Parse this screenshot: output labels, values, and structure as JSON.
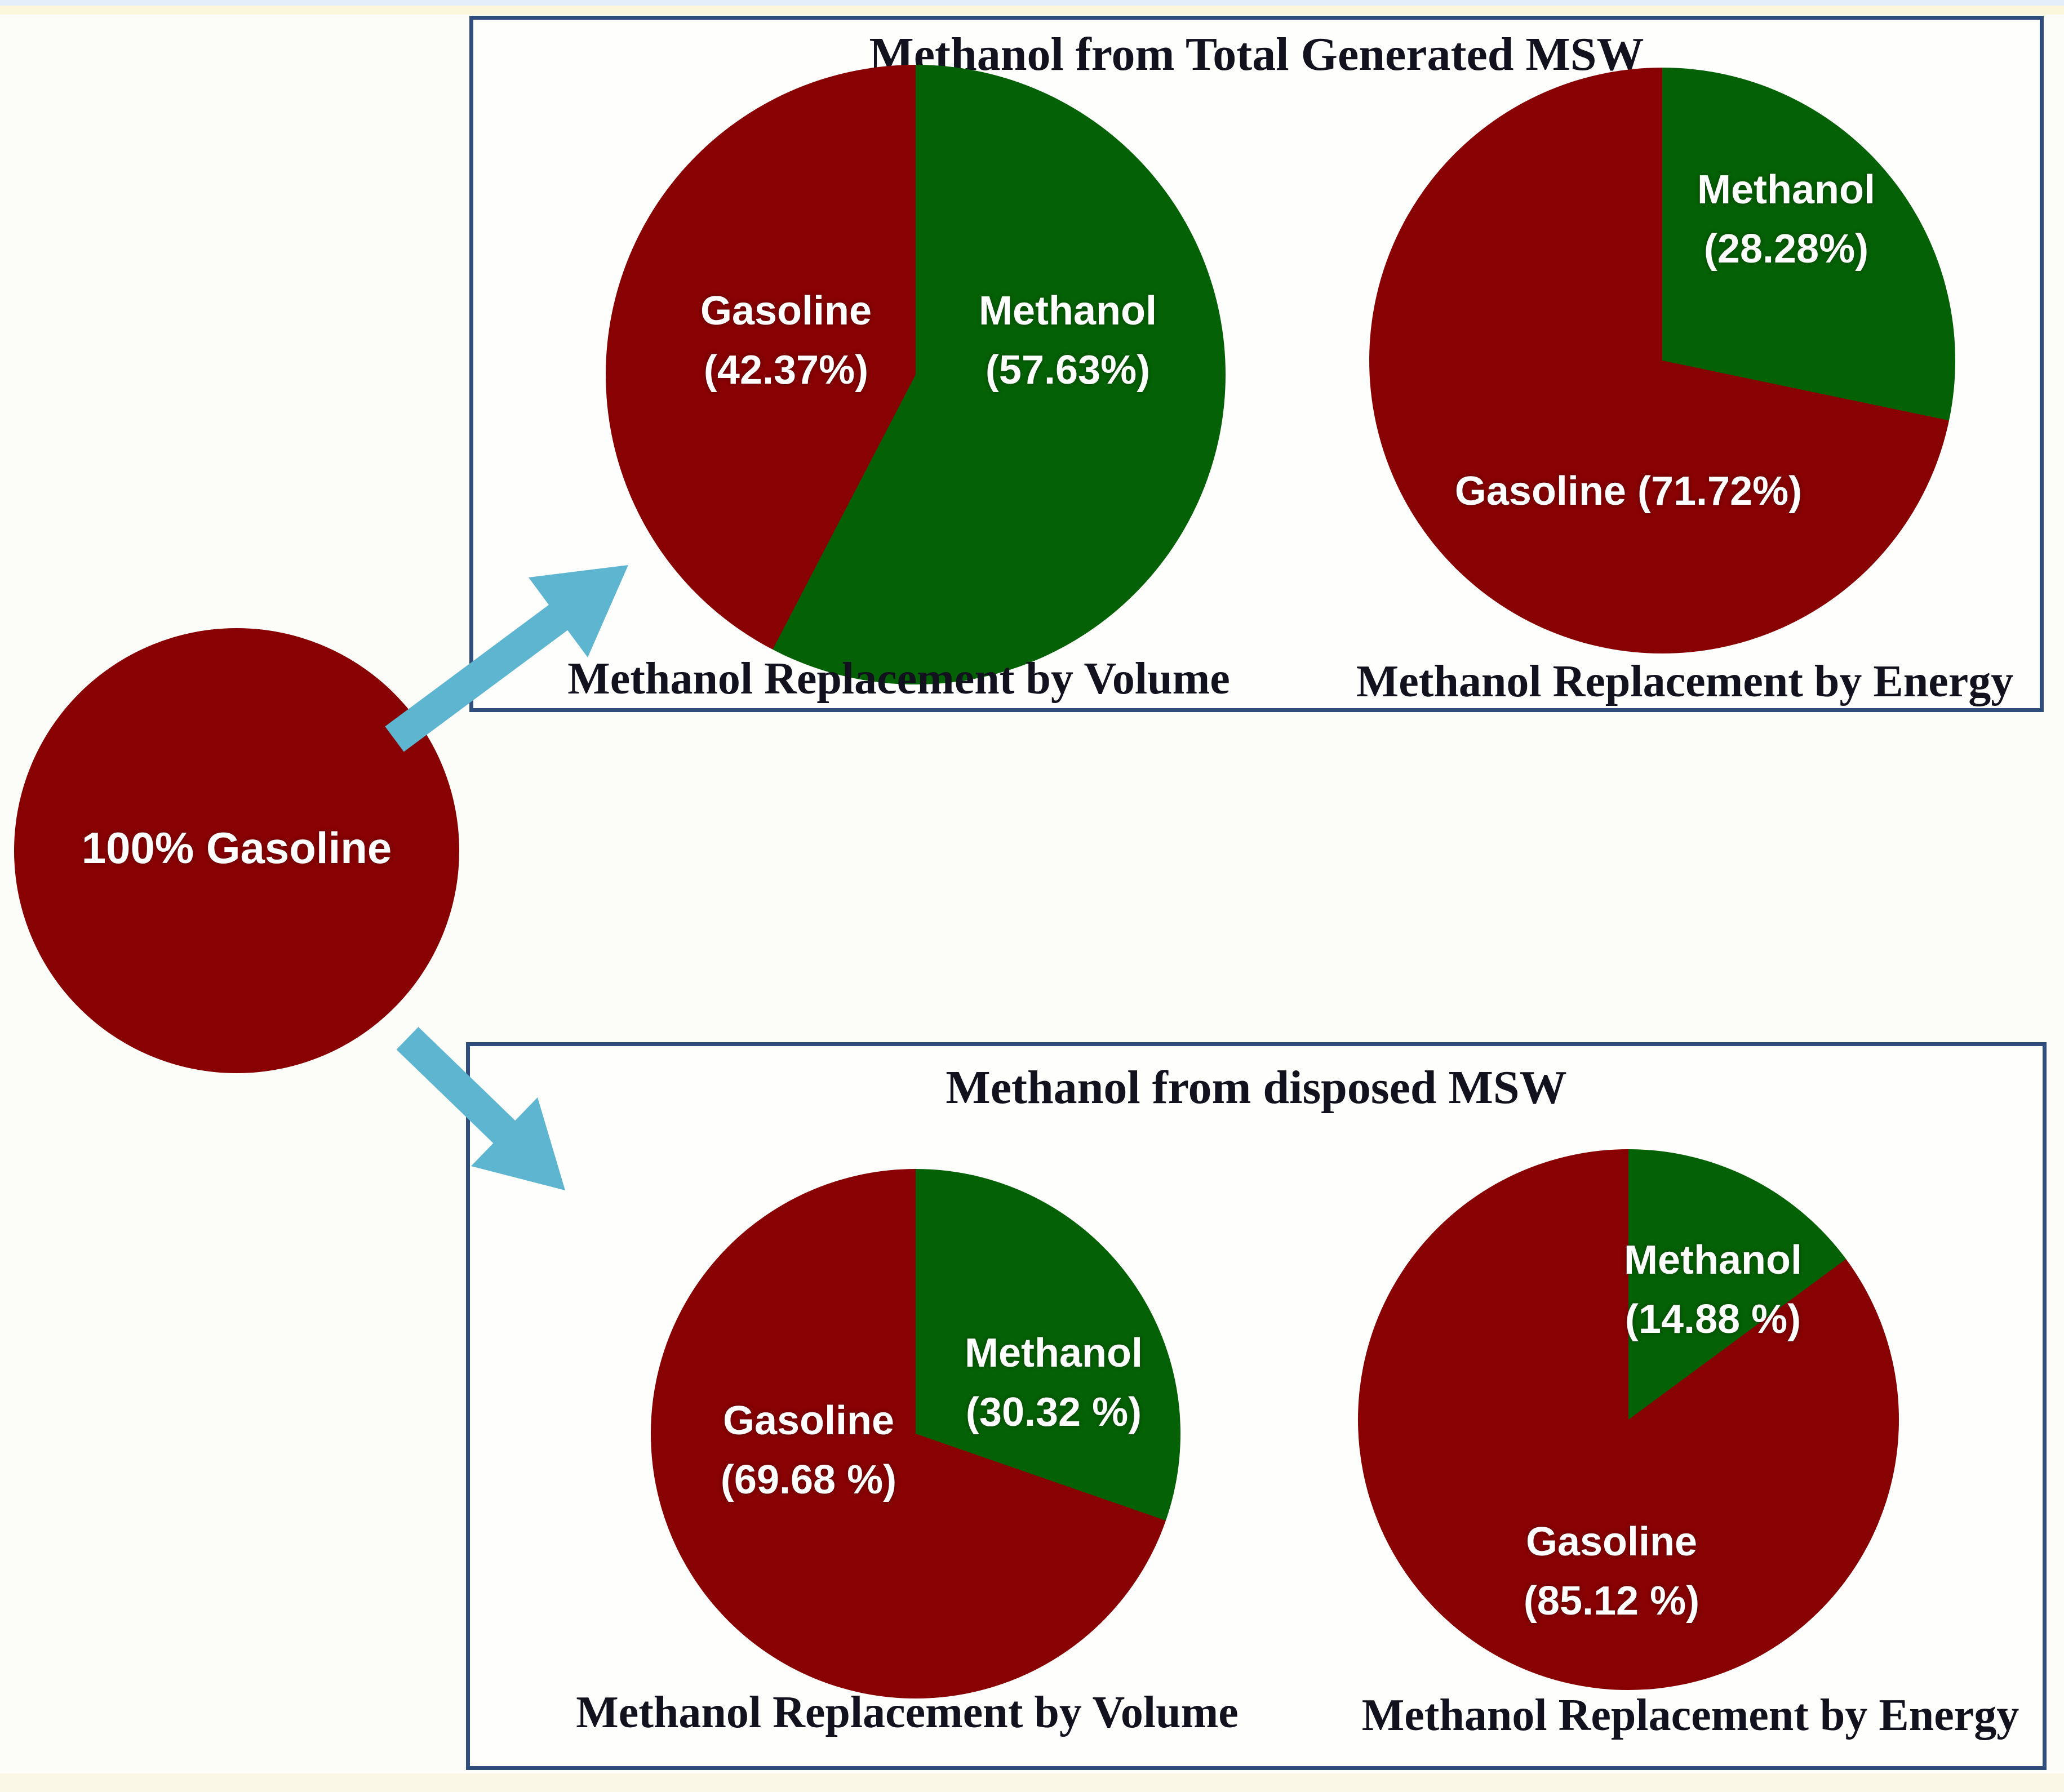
{
  "colors": {
    "gasoline_red": "#880204",
    "methanol_green": "#056105",
    "arrow_blue": "#5db5d0",
    "box_border": "#2f4d7d",
    "title_text": "#12121f",
    "label_text": "#ffffff"
  },
  "source_circle": {
    "label": "100% Gasoline"
  },
  "boxes": [
    {
      "title": "Methanol from Total Generated MSW",
      "pies": [
        {
          "caption": "Methanol Replacement by Volume",
          "methanol_pct": 57.63,
          "slices": [
            {
              "name": "Gasoline",
              "lines": [
                "Gasoline",
                "(42.37%)"
              ]
            },
            {
              "name": "Methanol",
              "lines": [
                "Methanol",
                "(57.63%)"
              ]
            }
          ]
        },
        {
          "caption": "Methanol Replacement by Energy",
          "methanol_pct": 28.28,
          "slices": [
            {
              "name": "Methanol",
              "lines": [
                "Methanol",
                "(28.28%)"
              ]
            },
            {
              "name": "Gasoline",
              "lines": [
                "Gasoline (71.72%)"
              ]
            }
          ]
        }
      ]
    },
    {
      "title": "Methanol from disposed MSW",
      "pies": [
        {
          "caption": "Methanol Replacement by Volume",
          "methanol_pct": 30.32,
          "slices": [
            {
              "name": "Methanol",
              "lines": [
                "Methanol",
                "(30.32 %)"
              ]
            },
            {
              "name": "Gasoline",
              "lines": [
                "Gasoline",
                "(69.68 %)"
              ]
            }
          ]
        },
        {
          "caption": "Methanol Replacement by Energy",
          "methanol_pct": 14.88,
          "slices": [
            {
              "name": "Methanol",
              "lines": [
                "Methanol",
                "(14.88 %)"
              ]
            },
            {
              "name": "Gasoline",
              "lines": [
                "Gasoline",
                "(85.12 %)"
              ]
            }
          ]
        }
      ]
    }
  ],
  "chart_data": [
    {
      "type": "pie",
      "title": "100% Gasoline",
      "labels": [
        "Gasoline"
      ],
      "values": [
        100
      ],
      "colors": [
        "#880204"
      ]
    },
    {
      "type": "pie",
      "group": "Methanol from Total Generated MSW",
      "title": "Methanol Replacement by Volume",
      "labels": [
        "Methanol",
        "Gasoline"
      ],
      "values": [
        57.63,
        42.37
      ],
      "colors": [
        "#056105",
        "#880204"
      ],
      "start_angle": "12 o'clock",
      "direction": "clockwise"
    },
    {
      "type": "pie",
      "group": "Methanol from Total Generated MSW",
      "title": "Methanol Replacement by Energy",
      "labels": [
        "Methanol",
        "Gasoline"
      ],
      "values": [
        28.28,
        71.72
      ],
      "colors": [
        "#056105",
        "#880204"
      ],
      "start_angle": "12 o'clock",
      "direction": "clockwise"
    },
    {
      "type": "pie",
      "group": "Methanol from disposed MSW",
      "title": "Methanol Replacement by Volume",
      "labels": [
        "Methanol",
        "Gasoline"
      ],
      "values": [
        30.32,
        69.68
      ],
      "colors": [
        "#056105",
        "#880204"
      ],
      "start_angle": "12 o'clock",
      "direction": "clockwise"
    },
    {
      "type": "pie",
      "group": "Methanol from disposed MSW",
      "title": "Methanol Replacement by Energy",
      "labels": [
        "Methanol",
        "Gasoline"
      ],
      "values": [
        14.88,
        85.12
      ],
      "colors": [
        "#056105",
        "#880204"
      ],
      "start_angle": "12 o'clock",
      "direction": "clockwise"
    }
  ]
}
